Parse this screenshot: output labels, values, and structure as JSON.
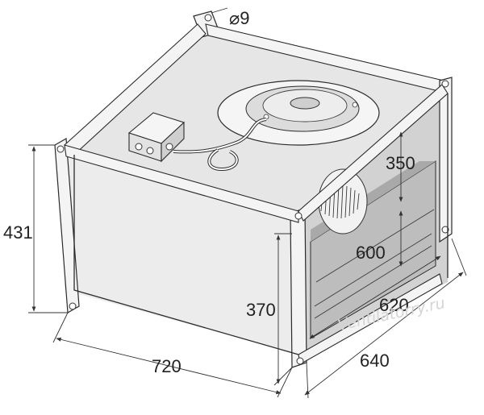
{
  "dimensions": {
    "hole_diameter": "⌀9",
    "height_total": "431",
    "height_inner": "350",
    "height_outlet": "370",
    "width_inner": "600",
    "width_620": "620",
    "width_640": "640",
    "length": "720"
  },
  "watermark": "Ventilatorry.ru",
  "colors": {
    "line": "#2b2b2b",
    "top_panel": "#e6e6e6",
    "side_panel": "#d3d3d3",
    "front_panel": "#ececec",
    "frame": "#f4f4f4"
  }
}
